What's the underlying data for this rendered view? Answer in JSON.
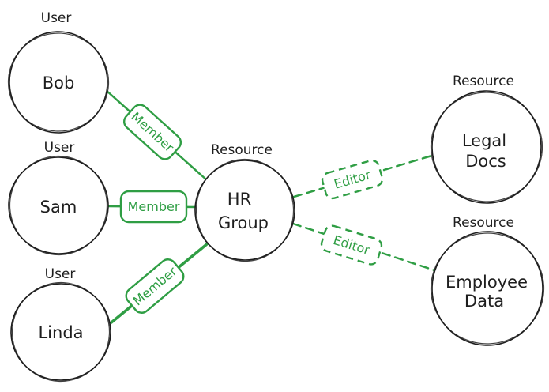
{
  "diagram": {
    "title": "group-membership-access-diagram",
    "colors": {
      "edge_green": "#2f9e44",
      "node_stroke": "#1e1e1e",
      "background": "#ffffff"
    },
    "nodes": [
      {
        "id": "bob",
        "type_label": "User",
        "name": "Bob"
      },
      {
        "id": "sam",
        "type_label": "User",
        "name": "Sam"
      },
      {
        "id": "linda",
        "type_label": "User",
        "name": "Linda"
      },
      {
        "id": "hr-group",
        "type_label": "Resource",
        "name_line1": "HR",
        "name_line2": "Group"
      },
      {
        "id": "legal-docs",
        "type_label": "Resource",
        "name_line1": "Legal",
        "name_line2": "Docs"
      },
      {
        "id": "employee-data",
        "type_label": "Resource",
        "name_line1": "Employee",
        "name_line2": "Data"
      }
    ],
    "edges": [
      {
        "from": "Bob",
        "to": "HR Group",
        "label": "Member",
        "style": "solid"
      },
      {
        "from": "Sam",
        "to": "HR Group",
        "label": "Member",
        "style": "solid"
      },
      {
        "from": "Linda",
        "to": "HR Group",
        "label": "Member",
        "style": "solid"
      },
      {
        "from": "HR Group",
        "to": "Legal Docs",
        "label": "Editor",
        "style": "dashed"
      },
      {
        "from": "HR Group",
        "to": "Employee Data",
        "label": "Editor",
        "style": "dashed"
      }
    ]
  }
}
